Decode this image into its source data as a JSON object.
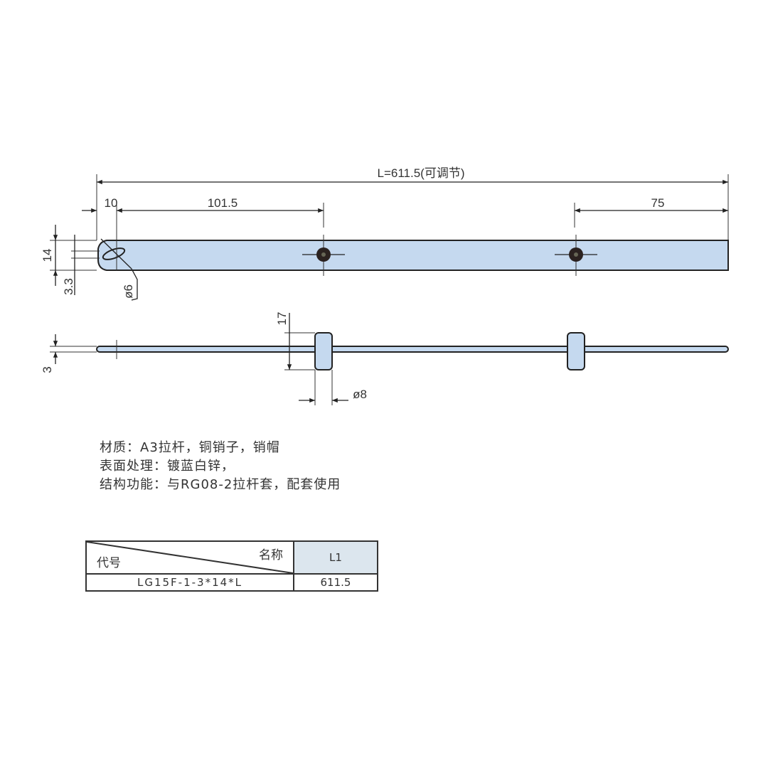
{
  "drawing": {
    "overall_length": "L=611.5(可调节)",
    "dim_10": "10",
    "dim_101_5": "101.5",
    "dim_75": "75",
    "dim_14": "14",
    "dim_3_3": "3.3",
    "dim_phi6": "ø6",
    "dim_17": "17",
    "dim_3": "3",
    "dim_phi8": "ø8",
    "bar_fill": "#c5d9ef"
  },
  "notes": [
    "材质：A3拉杆，铜销子，销帽",
    "表面处理：镀蓝白锌，",
    "结构功能：与RG08-2拉杆套，配套使用"
  ],
  "table": {
    "header_code": "代号",
    "header_name": "名称",
    "header_l1": "L1",
    "rows": [
      {
        "code": "LG15F-1-3*14*L",
        "l1": "611.5"
      }
    ]
  }
}
